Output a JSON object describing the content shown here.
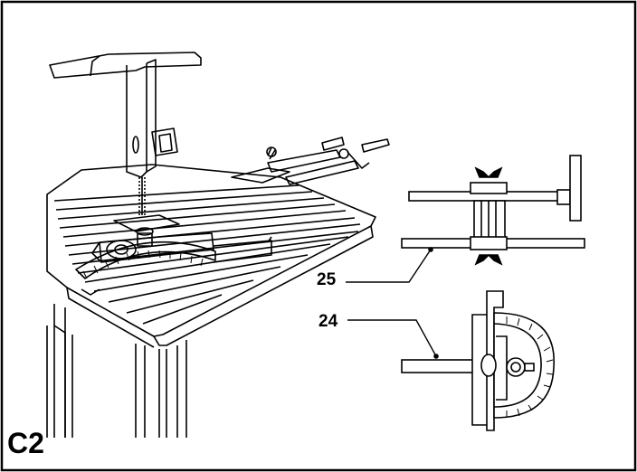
{
  "figure": {
    "label": "C2",
    "callouts": [
      {
        "id": "25",
        "text": "25"
      },
      {
        "id": "24",
        "text": "24"
      }
    ]
  },
  "colors": {
    "line": "#000000",
    "background": "#ffffff"
  }
}
